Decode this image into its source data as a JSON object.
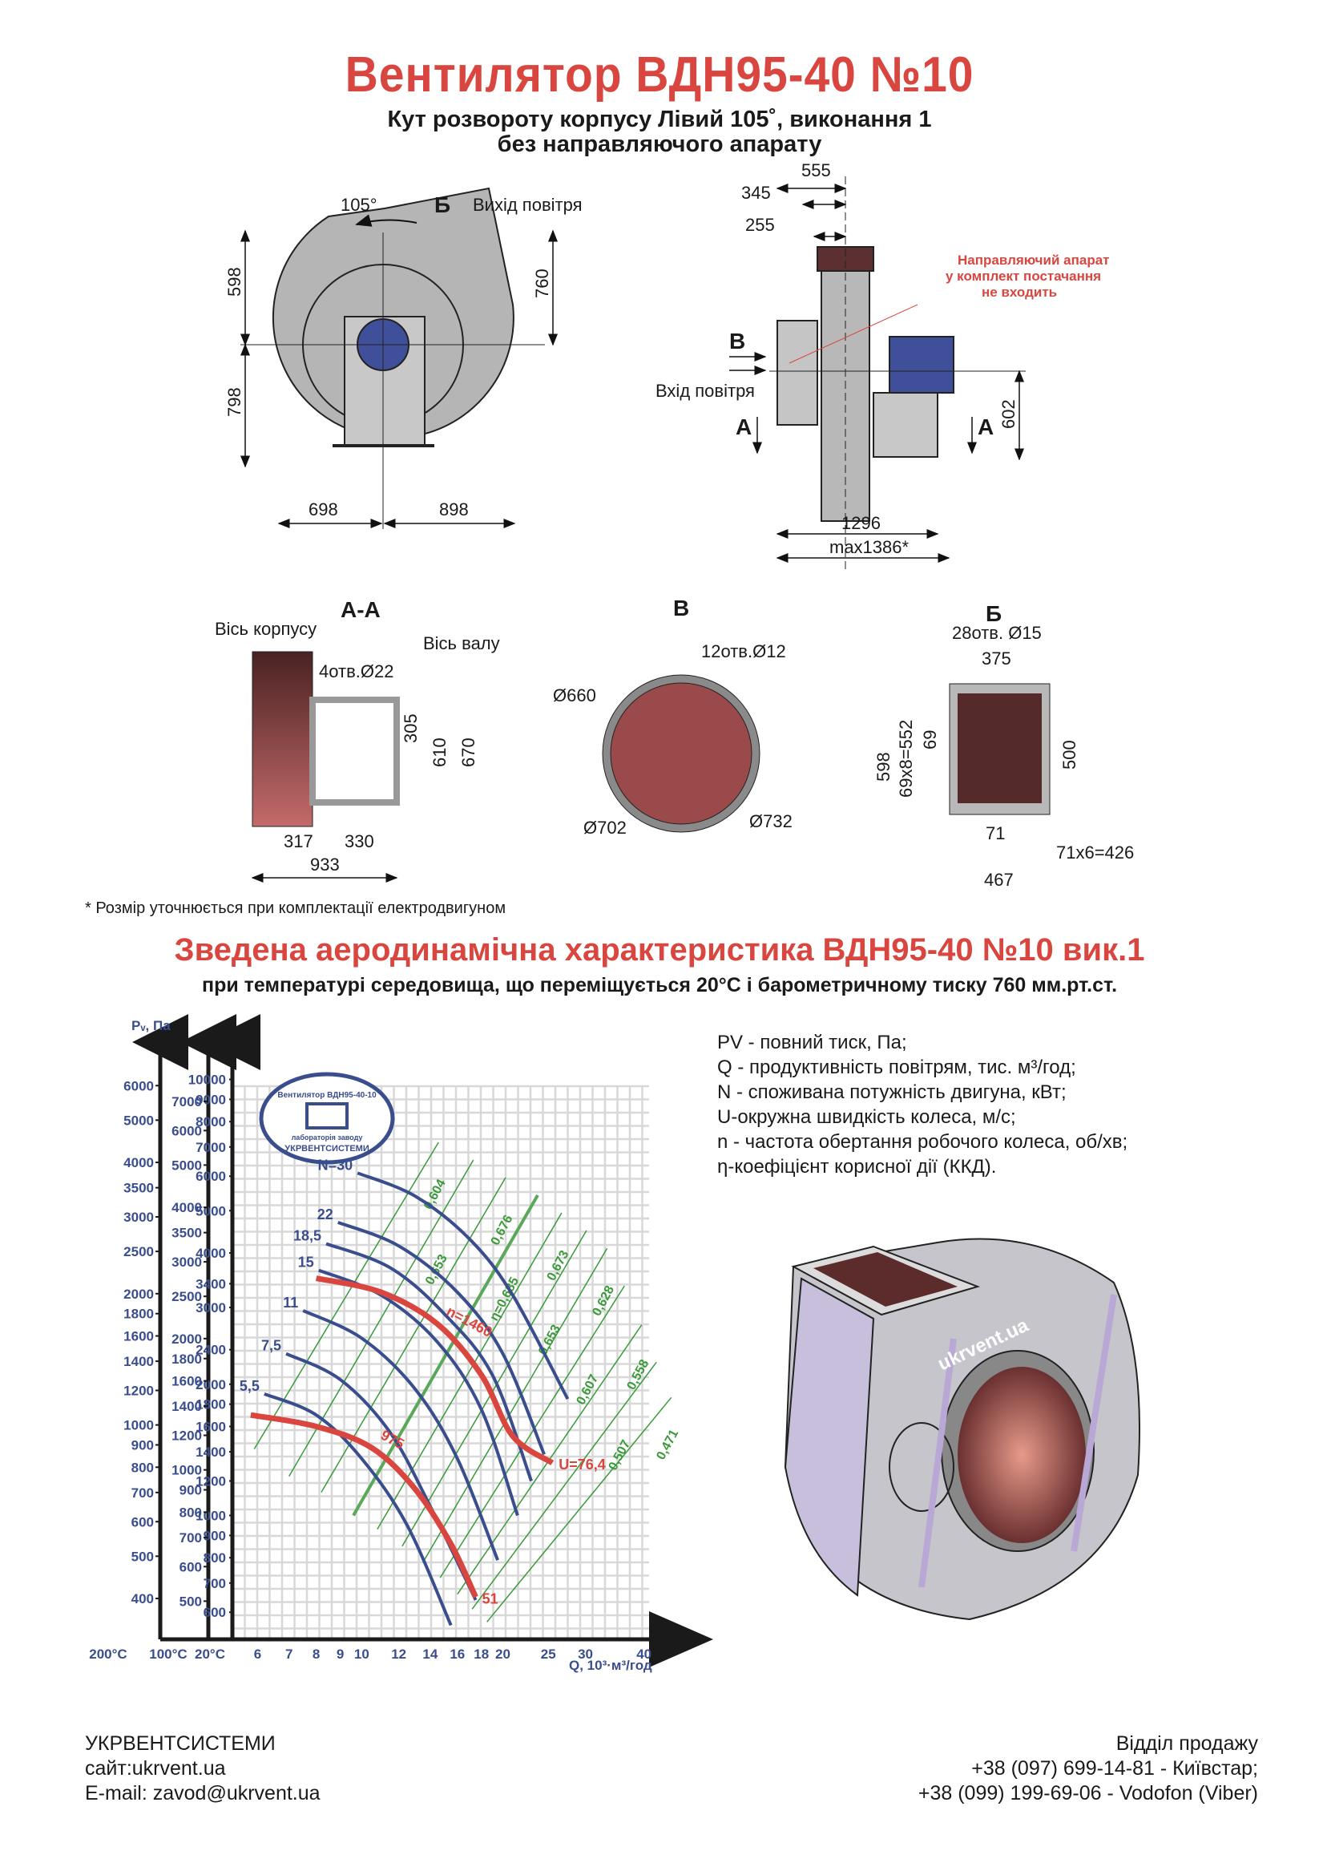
{
  "header": {
    "title": "Вентилятор  ВДН95-40 №10",
    "subtitle_line1": "Кут розвороту корпусу Лівий 105˚, виконання 1",
    "subtitle_line2": "без направляючого апарату"
  },
  "front_view": {
    "angle": "105°",
    "section_mark": "Б",
    "outlet_label": "Вихід повітря",
    "dim_top": "598",
    "dim_bottom": "798",
    "dim_left": "698",
    "dim_right": "898",
    "dim_outlet_height": "760",
    "watermark": "ukrvent.ua"
  },
  "side_view": {
    "dim_555": "555",
    "dim_345": "345",
    "dim_255": "255",
    "note_line1": "Направляючий апарат",
    "note_line2": "у комплект постачання",
    "note_line3": "не входить",
    "view_mark": "В",
    "inlet_label": "Вхід повітря",
    "section_mark_left": "А",
    "section_mark_right": "А",
    "dim_602": "602",
    "dim_1296": "1296",
    "dim_max": "max1386*"
  },
  "section_aa": {
    "title": "А-А",
    "axis_housing": "Вісь корпусу",
    "axis_shaft": "Вісь валу",
    "holes": "4отв.Ø22",
    "dim_305": "305",
    "dim_610": "610",
    "dim_670": "670",
    "dim_317": "317",
    "dim_330": "330",
    "dim_933": "933"
  },
  "view_v": {
    "title": "В",
    "holes": "12отв.Ø12",
    "d660": "Ø660",
    "d702": "Ø702",
    "d732": "Ø732"
  },
  "view_b": {
    "title": "Б",
    "holes": "28отв. Ø15",
    "dim_375": "375",
    "dim_598": "598",
    "dim_552": "69x8=552",
    "dim_69": "69",
    "dim_500": "500",
    "dim_71": "71",
    "dim_426": "71x6=426",
    "dim_467": "467"
  },
  "footnote": "* Розмір уточнюється при комплектації електродвигуном",
  "chart_section": {
    "title": "Зведена аеродинамічна характеристика ВДН95-40 №10 вик.1",
    "subtitle": "при температурі середовища, що переміщується 20°С і барометричному тиску 760 мм.рт.ст."
  },
  "legend": [
    "PV - повний тиск, Па;",
    "Q - продуктивність повітрям, тис. м³/год;",
    "N - споживана потужність двигуна, кВт;",
    "U-окружна швидкість колеса, м/с;",
    "n - частота обертання робочого колеса, об/хв;",
    "η-коефіцієнт корисної дії (ККД)."
  ],
  "stamp": {
    "top": "Вентилятор ВДН95-40-10",
    "middle": "лабораторія заводу",
    "bottom": "УКРВЕНТСИСТЕМИ"
  },
  "chart_data": {
    "type": "line",
    "title": "Зведена аеродинамічна характеристика ВДН95-40 №10 вик.1",
    "ylabel": "Pᵥ, Па",
    "xlabel": "Q, 10³·м³/год",
    "x_scale": "log",
    "y_scale": "log",
    "xlim": [
      5.3,
      48
    ],
    "ylim": [
      520,
      10500
    ],
    "x_ticks": [
      "6",
      "7",
      "8",
      "9",
      "10",
      "12",
      "14",
      "16",
      "18",
      "20",
      "25",
      "30",
      "40"
    ],
    "x_tick_values": [
      6,
      7,
      8,
      9,
      10,
      12,
      14,
      16,
      18,
      20,
      25,
      30,
      40
    ],
    "temp_labels": [
      "200°C",
      "100°C",
      "20°C"
    ],
    "y_axis_200C": [
      "6000",
      "5000",
      "4000",
      "3500",
      "3000",
      "2500",
      "2000",
      "1800",
      "1600",
      "1400",
      "1200",
      "1000",
      "900",
      "800",
      "700",
      "600",
      "500",
      "400"
    ],
    "y_axis_100C": [
      "7000",
      "6000",
      "5000",
      "4000",
      "3500",
      "3000",
      "2500",
      "2000",
      "1800",
      "1600",
      "1400",
      "1200",
      "1000",
      "900",
      "800",
      "700",
      "600",
      "500"
    ],
    "y_axis_20C": [
      "10000",
      "9000",
      "8000",
      "7000",
      "6000",
      "5000",
      "4000",
      "3400",
      "3000",
      "2400",
      "2000",
      "1800",
      "1600",
      "1400",
      "1200",
      "1000",
      "900",
      "800",
      "700",
      "600"
    ],
    "y_axis_20C_values": [
      10000,
      9000,
      8000,
      7000,
      6000,
      5000,
      4000,
      3400,
      3000,
      2400,
      2000,
      1800,
      1600,
      1400,
      1200,
      1000,
      900,
      800,
      700,
      600
    ],
    "power_curves": [
      {
        "label": "N=30",
        "points": [
          [
            9.8,
            6100
          ],
          [
            13,
            5400
          ],
          [
            17,
            4300
          ],
          [
            21,
            3200
          ],
          [
            27.5,
            1850
          ]
        ]
      },
      {
        "label": "22",
        "points": [
          [
            8.9,
            4700
          ],
          [
            12,
            4150
          ],
          [
            16,
            3250
          ],
          [
            20,
            2350
          ],
          [
            24.5,
            1380
          ]
        ]
      },
      {
        "label": "18,5",
        "points": [
          [
            8.4,
            4200
          ],
          [
            11.5,
            3700
          ],
          [
            15,
            2900
          ],
          [
            19,
            2100
          ],
          [
            23,
            1200
          ]
        ]
      },
      {
        "label": "15",
        "points": [
          [
            8.1,
            3650
          ],
          [
            11,
            3200
          ],
          [
            14.5,
            2500
          ],
          [
            18,
            1750
          ],
          [
            21.5,
            1000
          ]
        ]
      },
      {
        "label": "11",
        "points": [
          [
            7.5,
            2950
          ],
          [
            10,
            2550
          ],
          [
            13,
            1950
          ],
          [
            16,
            1350
          ],
          [
            19.5,
            790
          ]
        ]
      },
      {
        "label": "7,5",
        "points": [
          [
            6.9,
            2350
          ],
          [
            9,
            2050
          ],
          [
            11.5,
            1550
          ],
          [
            14,
            1050
          ],
          [
            17.5,
            640
          ]
        ]
      },
      {
        "label": "5,5",
        "points": [
          [
            6.2,
            1900
          ],
          [
            8,
            1700
          ],
          [
            10,
            1350
          ],
          [
            12.5,
            950
          ],
          [
            15.5,
            560
          ]
        ]
      }
    ],
    "speed_curves": [
      {
        "label": "n=1460",
        "end_label": "U=76,4",
        "points": [
          [
            8.0,
            3500
          ],
          [
            11,
            3250
          ],
          [
            14.5,
            2750
          ],
          [
            18,
            2100
          ],
          [
            21,
            1520
          ],
          [
            25.5,
            1320
          ]
        ]
      },
      {
        "label": "975",
        "end_label": "51",
        "points": [
          [
            5.8,
            1700
          ],
          [
            8,
            1600
          ],
          [
            10.5,
            1430
          ],
          [
            13,
            1150
          ],
          [
            15.5,
            860
          ],
          [
            17.5,
            650
          ]
        ]
      }
    ],
    "efficiency_lines": [
      "0,604",
      "0,653",
      "0,676",
      "η=0,685",
      "0,673",
      "0,653",
      "0,628",
      "0,607",
      "0,558",
      "0,507",
      "0,471"
    ],
    "grid": true
  },
  "footer": {
    "company": "УКРВЕНТСИСТЕМИ",
    "site": "сайт:ukrvent.ua",
    "email": "E-mail: zavod@ukrvent.ua",
    "sales": "Відділ продажу",
    "phone1": "+38 (097) 699-14-81 - Київстар;",
    "phone2": "+38 (099) 199-69-06 - Vodofon (Viber)"
  },
  "colors": {
    "title_red": "#d9463f",
    "axis_blue": "#3a4d8c",
    "eff_green": "#3a9a3a",
    "housing_grey": "#b5b5b5",
    "impeller_brown": "#6a3030"
  }
}
